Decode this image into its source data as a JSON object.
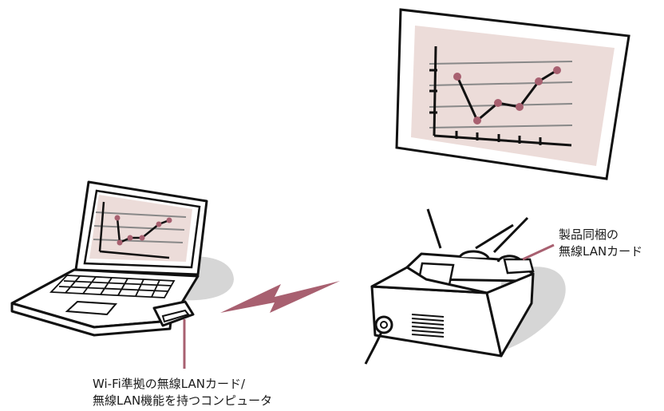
{
  "labels": {
    "laptop_line1": "Wi-Fi準拠の無線LANカード/",
    "laptop_line2": "無線LAN機能を持つコンピュータ",
    "projector_line1": "製品同梱の",
    "projector_line2": "無線LANカード"
  },
  "colors": {
    "screen_fill": "#ecdcd9",
    "marker": "#a86070",
    "signal": "#a86070",
    "shadow": "#d6d6d6",
    "outline": "#111111"
  },
  "icons": {
    "laptop": "laptop-icon",
    "projector": "projector-icon",
    "screen": "projection-screen-icon",
    "signal": "wireless-signal-icon"
  }
}
